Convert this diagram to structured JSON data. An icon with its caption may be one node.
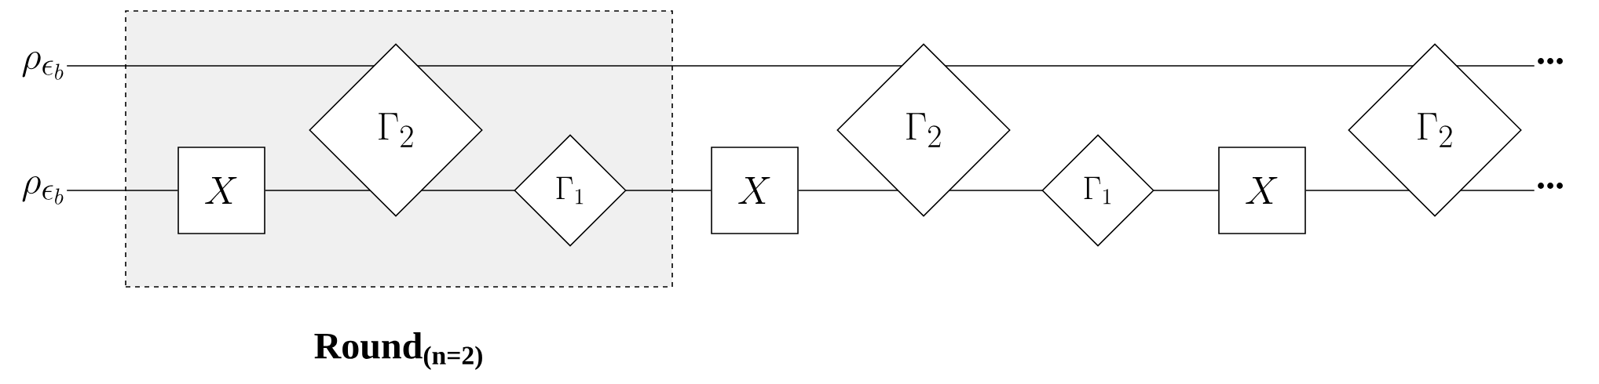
{
  "diagram": {
    "nodes": [
      {
        "text": [
          "Round$_{(n=2)}$"
        ]
      },
      {
        "text": [
          "\\rho_{\\epsilon_b}"
        ]
      },
      {
        "text": [
          "\\rho_{\\epsilon_b}"
        ]
      },
      {
        "text": [
          "X"
        ],
        "in": 0
      },
      {
        "text": [
          "\\Gamma_2"
        ],
        "in": 0
      },
      {
        "text": [
          "\\Gamma_1"
        ],
        "in": 0
      },
      {
        "text": [
          "X"
        ]
      },
      {
        "text": [
          "\\Gamma_2"
        ]
      },
      {
        "text": [
          "\\Gamma_1"
        ]
      },
      {
        "text": [
          "X"
        ]
      },
      {
        "text": [
          "\\Gamma_2"
        ]
      },
      {
        "text": [
          "..."
        ]
      },
      {
        "text": [
          "..."
        ]
      }
    ],
    "edges": [
      {
        "from": 1,
        "to": 4,
        "arrow": "none"
      },
      {
        "from": 4,
        "to": 7,
        "arrow": "none"
      },
      {
        "from": 7,
        "to": 10,
        "arrow": "none"
      },
      {
        "from": 10,
        "to": 11,
        "arrow": "none"
      },
      {
        "from": 2,
        "to": 3,
        "arrow": "none"
      },
      {
        "from": 3,
        "to": 4,
        "arrow": "none"
      },
      {
        "from": 4,
        "to": 5,
        "arrow": "none"
      },
      {
        "from": 5,
        "to": 6,
        "arrow": "none"
      },
      {
        "from": 6,
        "to": 7,
        "arrow": "none"
      },
      {
        "from": 7,
        "to": 8,
        "arrow": "none"
      },
      {
        "from": 8,
        "to": 9,
        "arrow": "none"
      },
      {
        "from": 9,
        "to": 10,
        "arrow": "none"
      },
      {
        "from": 10,
        "to": 12,
        "arrow": "none"
      }
    ]
  }
}
